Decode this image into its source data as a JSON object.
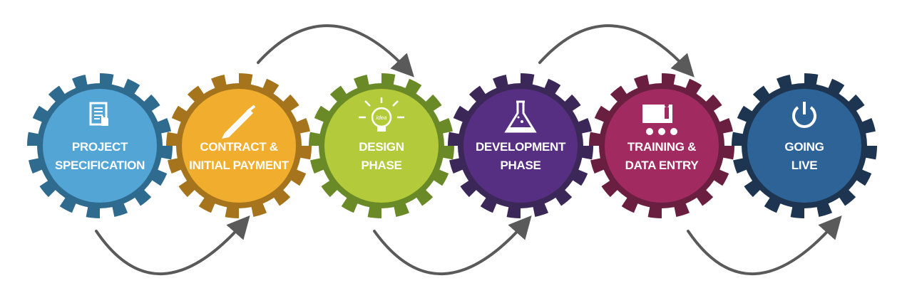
{
  "steps": [
    {
      "line1": "PROJECT",
      "line2": "SPECIFICATION",
      "icon": "document-touch-icon",
      "outer": "#2f6b8f",
      "inner": "#52a5d5"
    },
    {
      "line1": "CONTRACT &",
      "line2": "INITIAL PAYMENT",
      "icon": "pen-icon",
      "outer": "#a5741d",
      "inner": "#f0ad2e"
    },
    {
      "line1": "DESIGN",
      "line2": "PHASE",
      "icon": "lightbulb-idea-icon",
      "outer": "#6a8a27",
      "inner": "#b3cb3b"
    },
    {
      "line1": "DEVELOPMENT",
      "line2": "PHASE",
      "icon": "flask-icon",
      "outer": "#3b2858",
      "inner": "#572f82"
    },
    {
      "line1": "TRAINING &",
      "line2": "DATA ENTRY",
      "icon": "presentation-board-icon",
      "outer": "#6b1f40",
      "inner": "#a12b60"
    },
    {
      "line1": "GOING",
      "line2": "LIVE",
      "icon": "power-icon",
      "outer": "#1d3551",
      "inner": "#2e6397"
    }
  ],
  "idea_text": "idea",
  "arrow_color": "#5a5a5a"
}
